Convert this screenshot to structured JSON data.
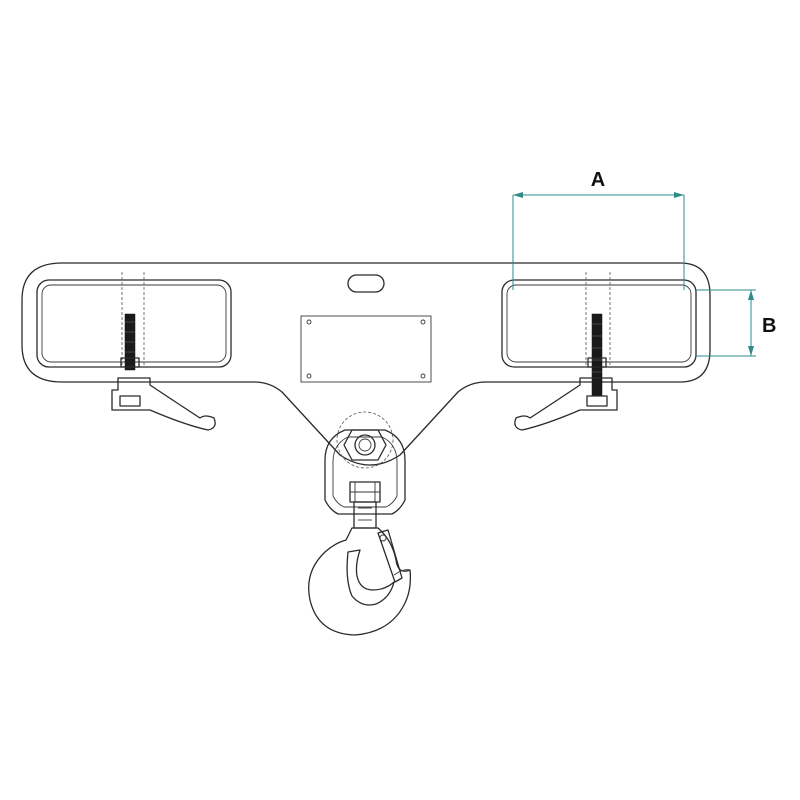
{
  "dimensions": {
    "width_label": "A",
    "height_label": "B",
    "color": "#2e8b8b"
  },
  "components": {
    "beam": "spreader-beam",
    "fork_pockets": 2,
    "clamp_bolts": 2,
    "hook": "swivel-hook-with-latch"
  }
}
